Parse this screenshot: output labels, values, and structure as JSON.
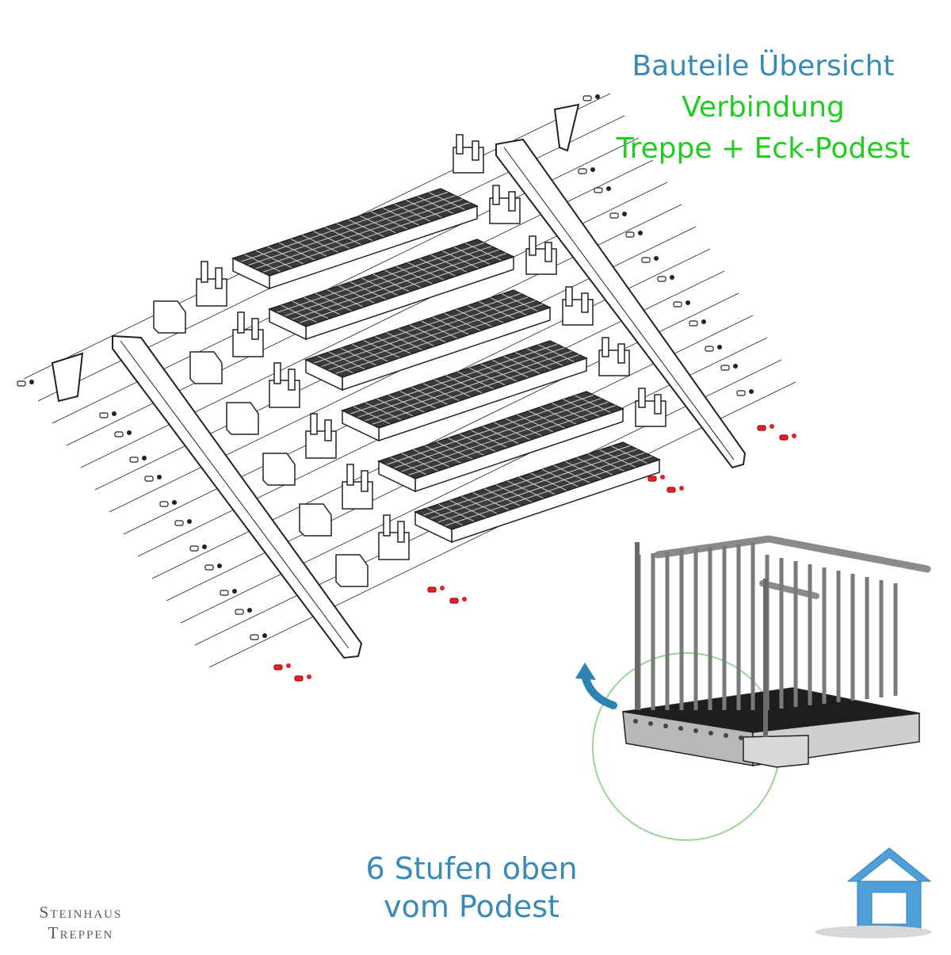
{
  "title": {
    "line1": "Bauteile Übersicht",
    "line2": "Verbindung",
    "line3": "Treppe + Eck-Podest"
  },
  "caption": {
    "line1": "6 Stufen oben",
    "line2": "vom Podest"
  },
  "brand": {
    "line1": "Steinhaus",
    "line2": "Treppen"
  },
  "colors": {
    "title_blue": "#3a8ab8",
    "title_green": "#22cc22",
    "caption_blue": "#3a8ab8",
    "line": "#222222",
    "bolt_red": "#e8202a",
    "highlight_circle": "#9ad49a",
    "arrow_blue": "#2f82b4",
    "logo_blue": "#4f9fd8"
  },
  "diagram": {
    "step_count": 6,
    "icons": [
      "grating-step-icon",
      "stringer-icon",
      "bracket-icon",
      "bolt-icon",
      "landing-platform-icon",
      "rotate-arrow-icon",
      "house-logo-icon"
    ]
  }
}
